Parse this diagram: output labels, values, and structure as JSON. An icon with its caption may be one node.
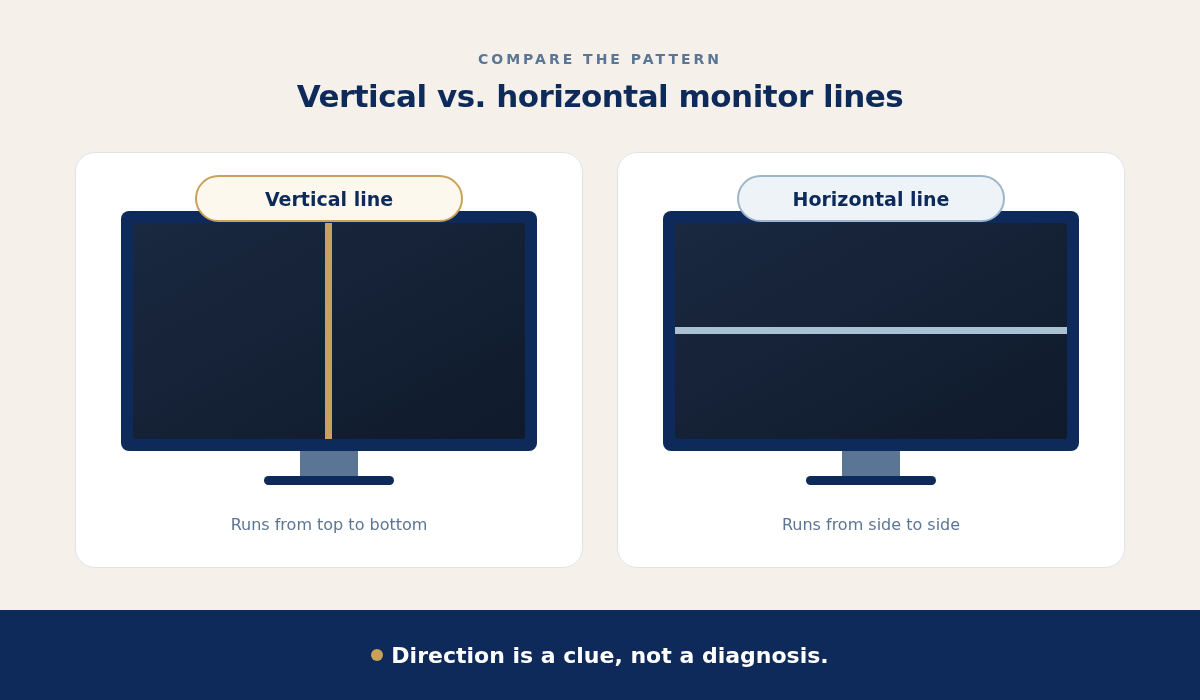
{
  "diagram": {
    "title": "Vertical vs. horizontal monitor lines",
    "nodes": [
      {
        "text": [
          "Vertical line",
          "Runs from top to bottom"
        ]
      },
      {
        "text": [
          "Horizontal line",
          "Runs from side to side"
        ]
      }
    ],
    "labels": [
      "COMPARE THE PATTERN",
      "Direction is a clue, not a diagnosis."
    ]
  }
}
